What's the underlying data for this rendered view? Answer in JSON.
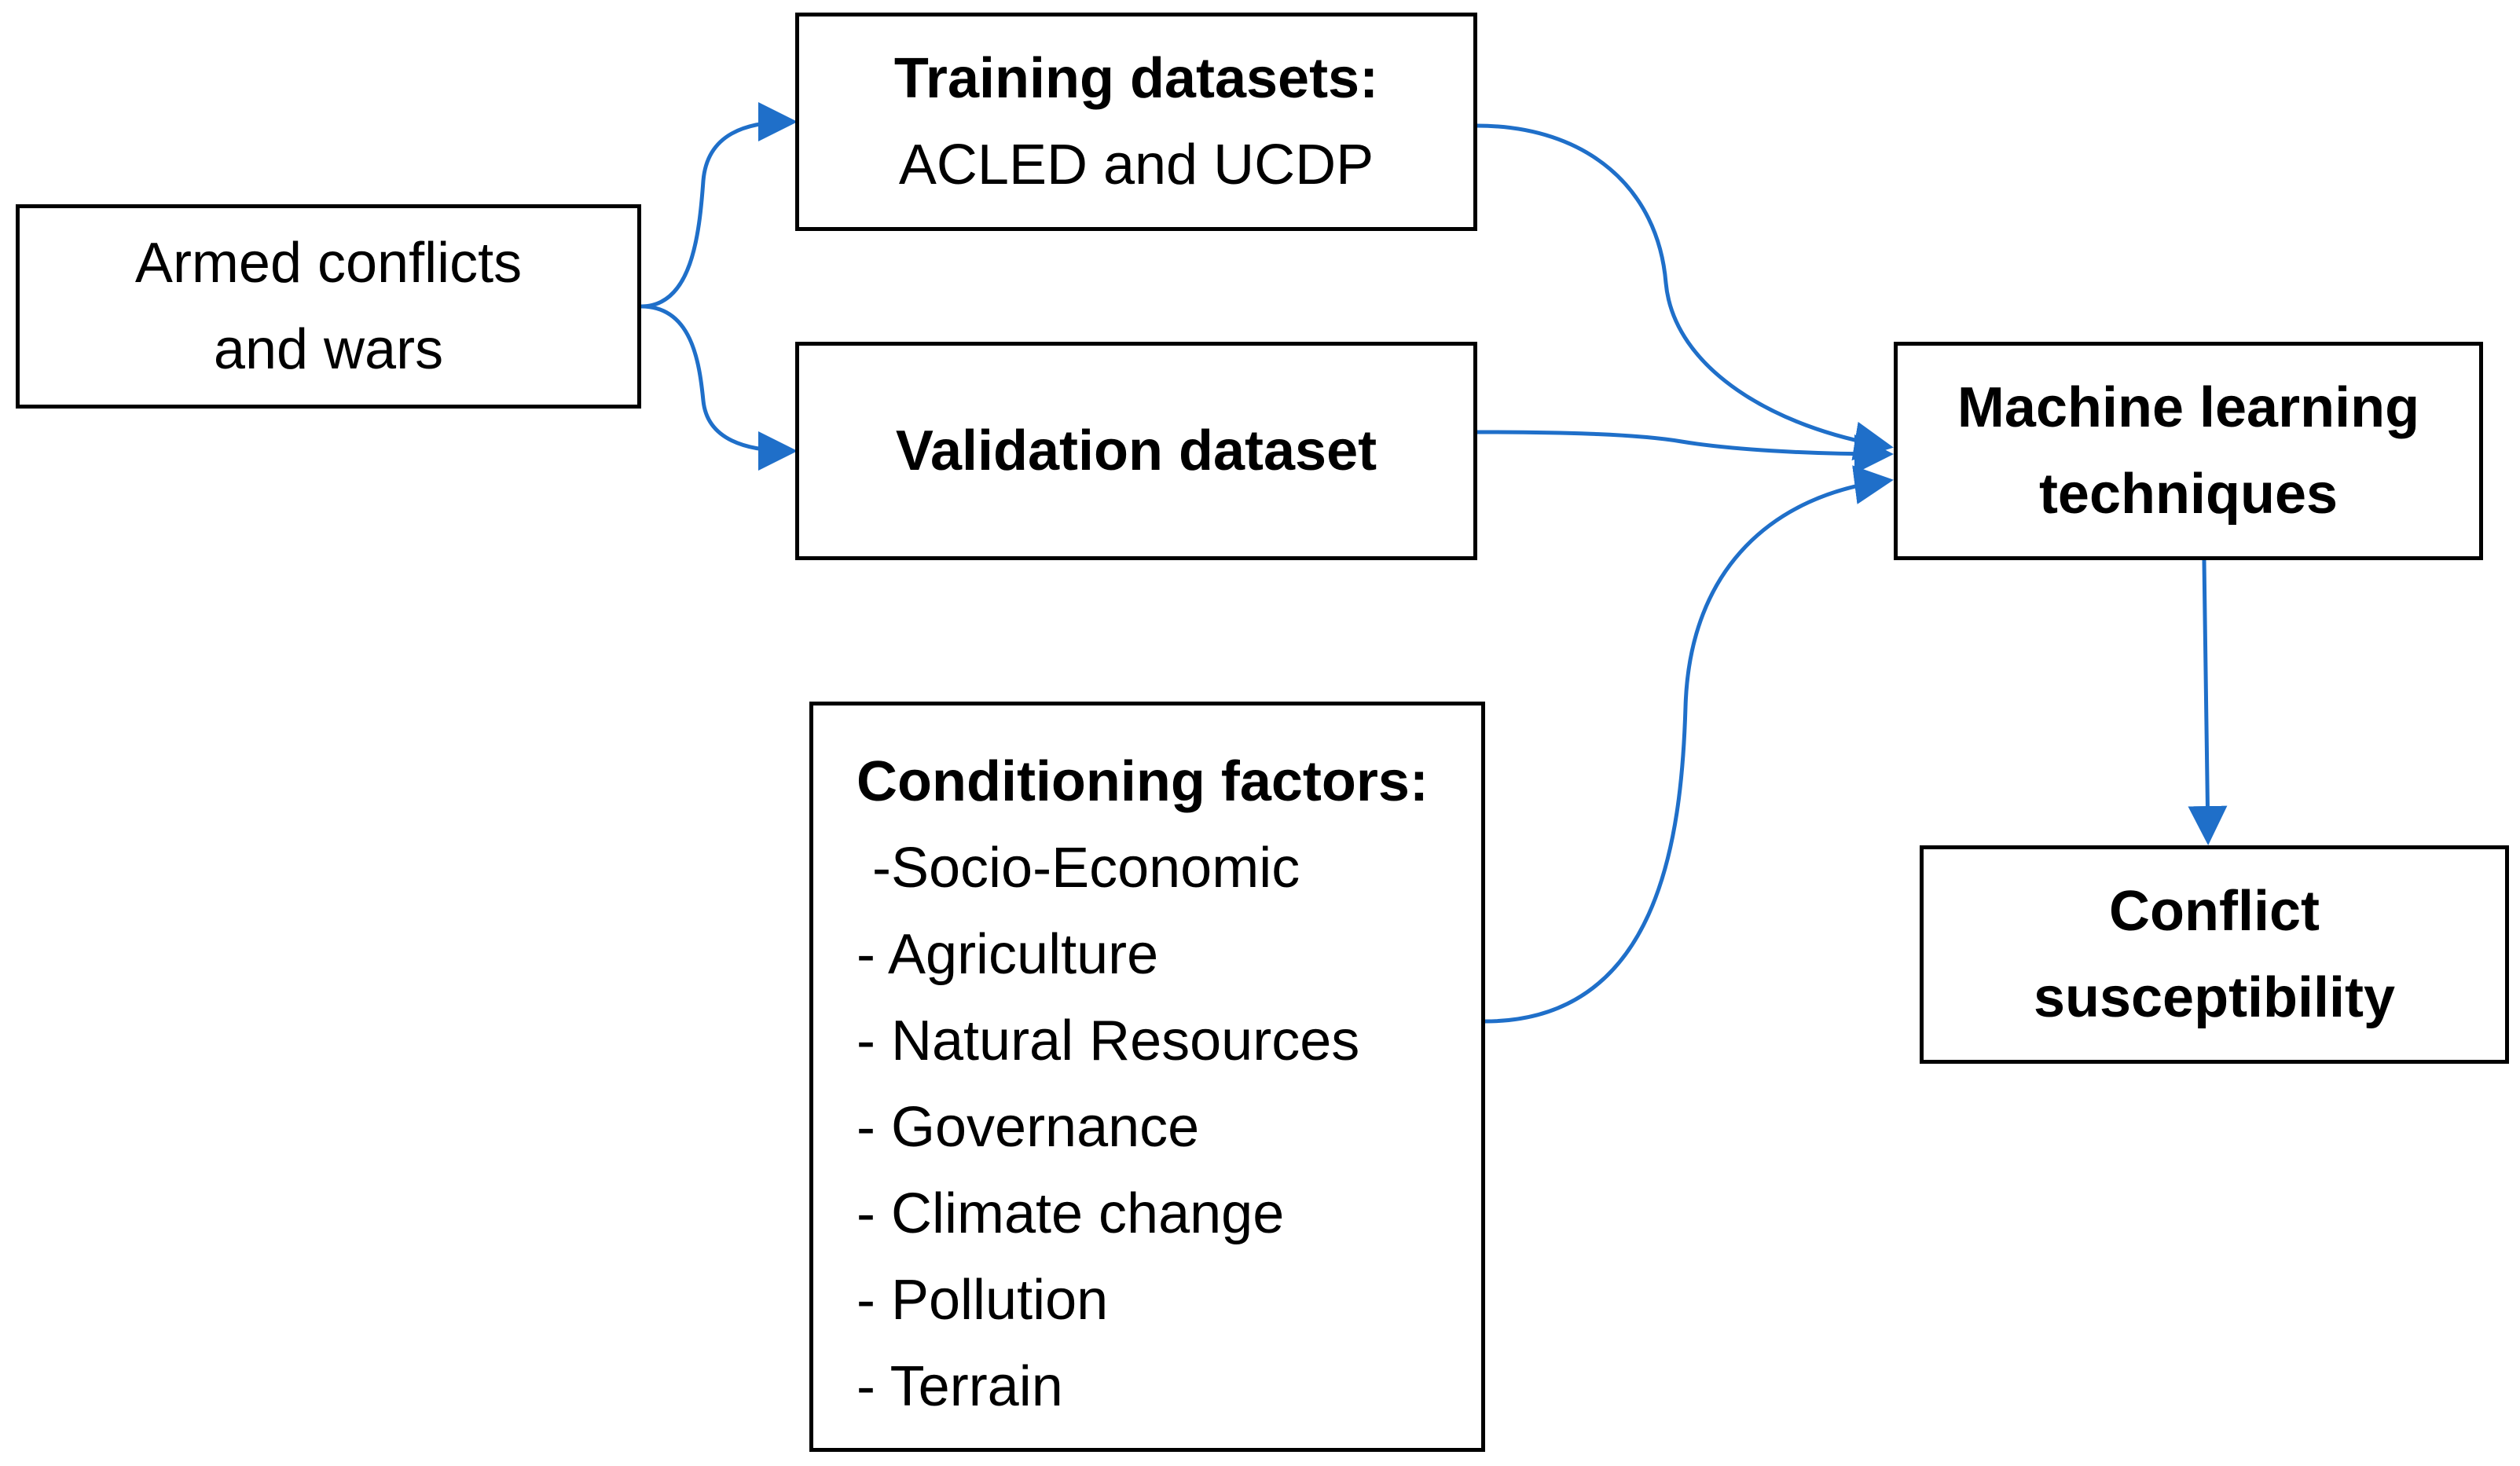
{
  "colors": {
    "arrow": "#1f6fc9",
    "box_border": "#000000",
    "background": "#ffffff"
  },
  "boxes": {
    "armed": {
      "lines": [
        "Armed conflicts",
        "and wars"
      ]
    },
    "training": {
      "title": "Training datasets:",
      "subtitle": "ACLED and UCDP"
    },
    "validation": {
      "title": "Validation dataset"
    },
    "ml": {
      "lines": [
        "Machine learning",
        "techniques"
      ]
    },
    "conflict": {
      "lines": [
        "Conflict",
        "susceptibility"
      ]
    },
    "factors": {
      "title": "Conditioning factors:",
      "items": [
        " -Socio-Economic",
        "- Agriculture",
        "- Natural Resources",
        "- Governance",
        "- Climate change",
        "- Pollution",
        "- Terrain"
      ]
    }
  },
  "edges": [
    {
      "from": "armed",
      "to": "training"
    },
    {
      "from": "armed",
      "to": "validation"
    },
    {
      "from": "training",
      "to": "ml"
    },
    {
      "from": "validation",
      "to": "ml"
    },
    {
      "from": "factors",
      "to": "ml"
    },
    {
      "from": "ml",
      "to": "conflict"
    }
  ]
}
